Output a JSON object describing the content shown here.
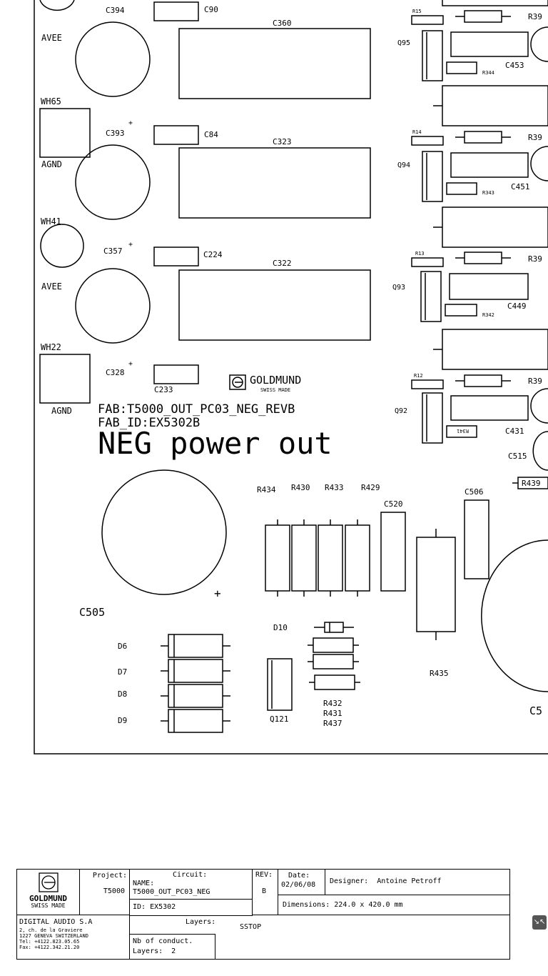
{
  "board": {
    "fab_line": "FAB:T5000_OUT_PC03_NEG_REVB",
    "fab_id": "FAB_ID:EX5302B",
    "title": "NEG power out",
    "logo_brand": "GOLDMUND",
    "logo_sub": "SWISS MADE"
  },
  "labels": {
    "c394": "C394",
    "c90": "C90",
    "c360": "C360",
    "avee1": "AVEE",
    "wh65": "WH65",
    "c393": "C393",
    "c84": "C84",
    "c323": "C323",
    "agnd1": "AGND",
    "wh41": "WH41",
    "c357": "C357",
    "c224": "C224",
    "c322": "C322",
    "avee2": "AVEE",
    "wh22": "WH22",
    "c328": "C328",
    "c233": "C233",
    "agnd2": "AGND",
    "r15": "R15",
    "r39a": "R39",
    "q95": "Q95",
    "r344": "R344",
    "c453": "C453",
    "r14": "R14",
    "r39b": "R39",
    "q94": "Q94",
    "r343": "R343",
    "c451": "C451",
    "r13": "R13",
    "r39c": "R39",
    "q93": "Q93",
    "r342": "R342",
    "c449": "C449",
    "r12": "R12",
    "r39d": "R39",
    "q92": "Q92",
    "r341": "R341",
    "c431": "C431",
    "c515": "C515",
    "r439": "R439",
    "r434": "R434",
    "r430": "R430",
    "r433": "R433",
    "r429": "R429",
    "c520": "C520",
    "c506": "C506",
    "c505": "C505",
    "r435": "R435",
    "c5": "C5",
    "d10": "D10",
    "d6": "D6",
    "d7": "D7",
    "d8": "D8",
    "d9": "D9",
    "q121": "Q121",
    "r432": "R432",
    "r431": "R431",
    "r437": "R437",
    "plus": "+"
  },
  "title_block": {
    "logo_brand": "GOLDMUND",
    "logo_sub": "SWISS MADE",
    "project_label": "Project:",
    "project_value": "T5000",
    "circuit_label": "Circuit:",
    "name_label": "NAME:",
    "name_value": "T5000_OUT_PC03_NEG",
    "id_value": "ID: EX5302",
    "rev_label": "REV:",
    "rev_value": "B",
    "date_label": "Date:",
    "date_value": "02/06/08",
    "designer_value": "Designer:  Antoine Petroff",
    "dimensions_value": "Dimensions: 224.0 x 420.0 mm",
    "company": "DIGITAL AUDIO S.A",
    "address1": "2, ch. de la Graviere",
    "address2": "1227 GENEVA SWITZERLAND",
    "tel": "Tel: +4122.823.05.65",
    "fax": "Fax: +4122.342.21.20",
    "layers_label": "Layers:",
    "layers_value": "SSTOP",
    "nb_conduct": "Nb of conduct.",
    "layers_count": "Layers:  2"
  }
}
